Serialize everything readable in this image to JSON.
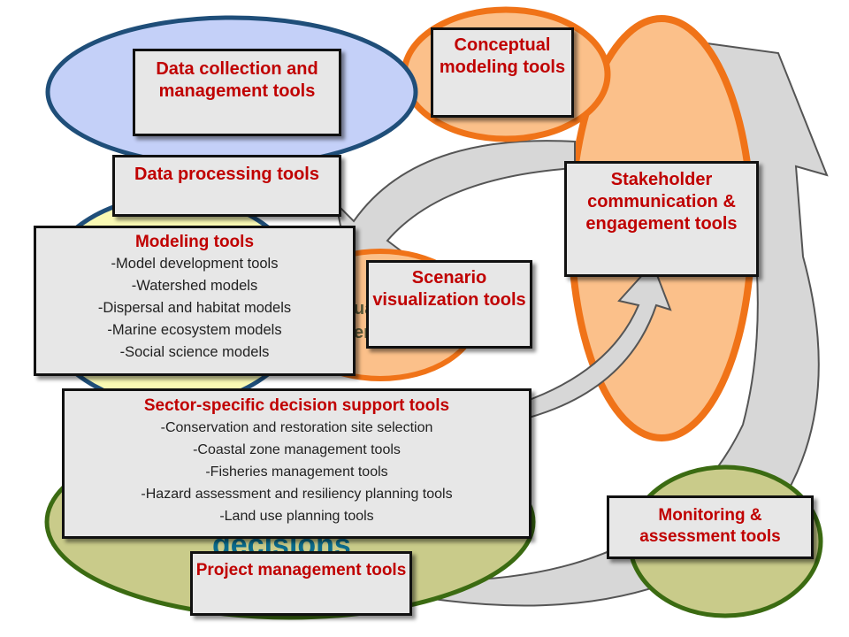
{
  "boxes": {
    "data_collection": "Data collection and management tools",
    "conceptual": "Conceptual modeling tools",
    "data_processing": "Data processing tools",
    "stakeholder": "Stakeholder communication & engagement tools",
    "scenario": "Scenario visualization tools",
    "monitoring": "Monitoring & assessment tools",
    "project": "Project management tools"
  },
  "modeling": {
    "title": "Modeling tools",
    "items": [
      "-Model development tools",
      "-Watershed models",
      "-Dispersal and habitat models",
      "-Marine ecosystem models",
      "-Social science models"
    ]
  },
  "sector": {
    "title": "Sector-specific decision support tools",
    "items": [
      "-Conservation and restoration site selection",
      "-Coastal zone management tools",
      "-Fisheries management tools",
      "-Hazard assessment and resiliency planning tools",
      "-Land use planning tools"
    ]
  },
  "partial": {
    "ghost_a": "ua",
    "ghost_b": "er",
    "ghost_decisions": "decisions"
  },
  "colors": {
    "title_red": "#c00000",
    "ellipse_blue": "#c4d0f8",
    "ellipse_orange": "#fbc08a",
    "ellipse_yellow": "#f9f9b4",
    "ellipse_green": "#c9cb8a",
    "outline_blue": "#1f4e79",
    "outline_orange": "#f07318",
    "outline_green": "#3b6b12",
    "arrow_gray": "#d7d7d7"
  }
}
